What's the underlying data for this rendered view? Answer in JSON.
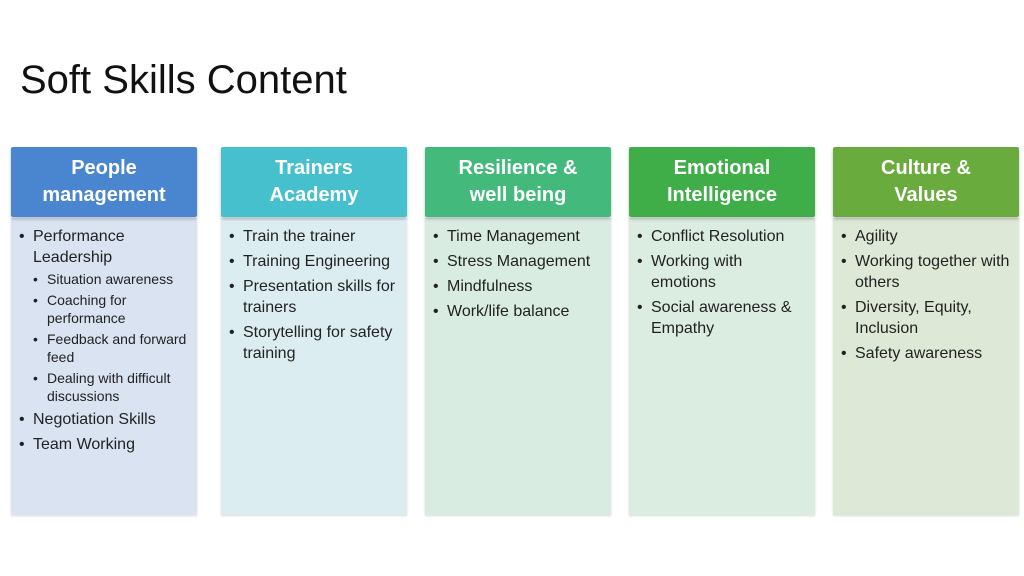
{
  "slide": {
    "title": "Soft Skills Content"
  },
  "columns": [
    {
      "header_line1": "People",
      "header_line2": "management",
      "header_color": "#4a86d0",
      "body_color": "#d9e3f2",
      "items": [
        {
          "label": "Performance Leadership",
          "sub": [
            "Situation awareness",
            "Coaching for performance",
            "Feedback and forward feed",
            "Dealing with difficult discussions"
          ]
        },
        {
          "label": "Negotiation Skills"
        },
        {
          "label": "Team Working"
        }
      ]
    },
    {
      "header_line1": "Trainers",
      "header_line2": "Academy",
      "header_color": "#46c0cc",
      "body_color": "#dcedf1",
      "items": [
        {
          "label": "Train the trainer"
        },
        {
          "label": "Training Engineering"
        },
        {
          "label": "Presentation skills for trainers"
        },
        {
          "label": "Storytelling for safety training"
        }
      ]
    },
    {
      "header_line1": "Resilience &",
      "header_line2": "well being",
      "header_color": "#43b97b",
      "body_color": "#d9ece1",
      "items": [
        {
          "label": "Time Management"
        },
        {
          "label": "Stress Management"
        },
        {
          "label": "Mindfulness"
        },
        {
          "label": "Work/life balance"
        }
      ]
    },
    {
      "header_line1": "Emotional",
      "header_line2": "Intelligence",
      "header_color": "#3fae48",
      "body_color": "#dbece0",
      "items": [
        {
          "label": "Conflict Resolution"
        },
        {
          "label": "Working with emotions"
        },
        {
          "label": "Social awareness & Empathy"
        }
      ]
    },
    {
      "header_line1": "Culture &",
      "header_line2": "Values",
      "header_color": "#6aab3e",
      "body_color": "#dde8d6",
      "items": [
        {
          "label": "Agility"
        },
        {
          "label": "Working together with others"
        },
        {
          "label": "Diversity, Equity, Inclusion"
        },
        {
          "label": "Safety awareness"
        }
      ]
    }
  ]
}
